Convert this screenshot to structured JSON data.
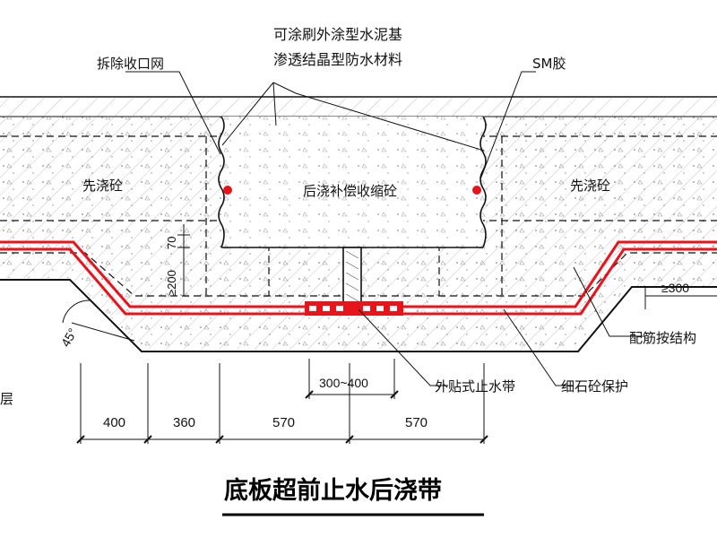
{
  "labels": {
    "remove_mesh": "拆除收口网",
    "coating_line1": "可涂刷外涂型水泥基",
    "coating_line2": "渗透结晶型防水材料",
    "sm_glue": "SM胶",
    "pre_pour_left": "先浇砼",
    "post_pour_center": "后浇补偿收缩砼",
    "pre_pour_right": "先浇砼",
    "dim_200": "≥200",
    "dim_70": "70",
    "dim_300_right": "≥300",
    "angle_45": "45°",
    "rebar_note": "配筋按结构",
    "fine_concrete": "细石砼保护",
    "external_waterstop": "外贴式止水带",
    "dim_300_400": "300~400",
    "left_edge_text": "层"
  },
  "dimensions": [
    "400",
    "360",
    "570",
    "570"
  ],
  "title": "底板超前止水后浇带",
  "colors": {
    "waterproof_layer": "#e8141b",
    "line": "#111111",
    "hatch": "#333333"
  }
}
